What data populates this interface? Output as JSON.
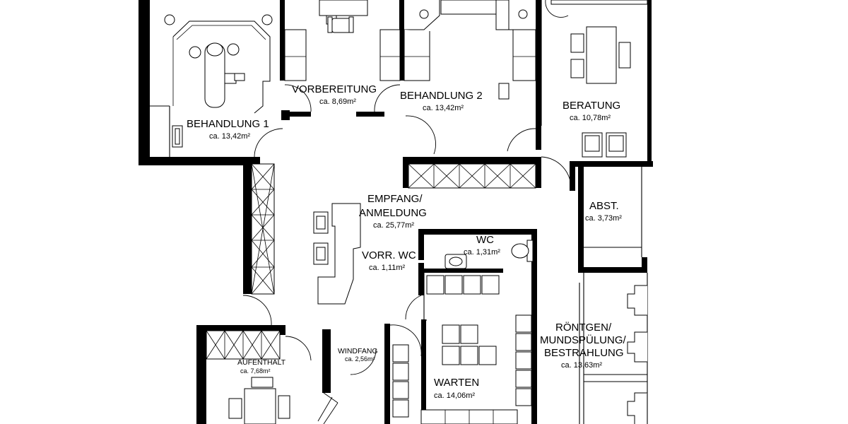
{
  "rooms": [
    {
      "id": "behandlung1",
      "name": "BEHANDLUNG 1",
      "area": "ca. 13,42m²"
    },
    {
      "id": "vorbereitung",
      "name": "VORBEREITUNG",
      "area": "ca. 8,69m²"
    },
    {
      "id": "behandlung2",
      "name": "BEHANDLUNG 2",
      "area": "ca. 13,42m²"
    },
    {
      "id": "beratung",
      "name": "BERATUNG",
      "area": "ca. 10,78m²"
    },
    {
      "id": "empfang",
      "name_line1": "EMPFANG/",
      "name_line2": "ANMELDUNG",
      "area": "ca. 25,77m²"
    },
    {
      "id": "abst",
      "name": "ABST.",
      "area": "ca. 3,73m²"
    },
    {
      "id": "wc",
      "name": "WC",
      "area": "ca. 1,31m²"
    },
    {
      "id": "vorr_wc",
      "name": "VORR. WC",
      "area": "ca. 1,11m²"
    },
    {
      "id": "roentgen",
      "name_line1": "RÖNTGEN/",
      "name_line2": "MUNDSPÜLUNG/",
      "name_line3": "BESTRAHLUNG",
      "area": "ca. 13,63m²"
    },
    {
      "id": "aufenthalt",
      "name": "AUFENTHALT",
      "area": "ca. 7,68m²"
    },
    {
      "id": "windfang",
      "name": "WINDFANG",
      "area": "ca. 2,56m²"
    },
    {
      "id": "warten",
      "name": "WARTEN",
      "area": "ca. 14,06m²"
    }
  ]
}
